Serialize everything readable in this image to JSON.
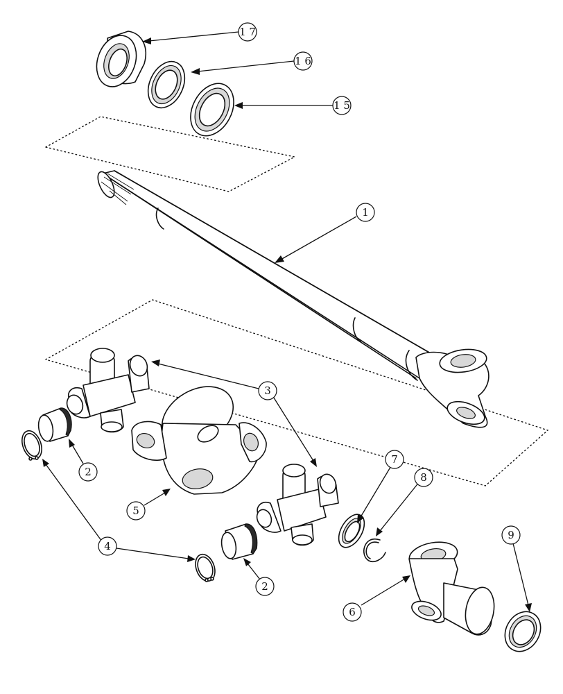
{
  "callouts": {
    "c17": "1 7",
    "c16": "1 6",
    "c15": "1 5",
    "c1": "1",
    "c3": "3",
    "c2a": "2",
    "c2b": "2",
    "c4": "4",
    "c5": "5",
    "c6": "6",
    "c7": "7",
    "c8": "8",
    "c9": "9"
  },
  "parts": [
    {
      "number": "1",
      "icon": "axle-shaft-icon"
    },
    {
      "number": "2",
      "icon": "bearing-cap-icon"
    },
    {
      "number": "3",
      "icon": "universal-joint-cross-icon"
    },
    {
      "number": "4",
      "icon": "snap-ring-icon"
    },
    {
      "number": "5",
      "icon": "center-yoke-icon"
    },
    {
      "number": "6",
      "icon": "stub-yoke-icon"
    },
    {
      "number": "7",
      "icon": "spacer-ring-icon"
    },
    {
      "number": "8",
      "icon": "split-ring-icon"
    },
    {
      "number": "9",
      "icon": "seal-icon"
    },
    {
      "number": "15",
      "icon": "outer-seal-icon"
    },
    {
      "number": "16",
      "icon": "inner-seal-icon"
    },
    {
      "number": "17",
      "icon": "bearing-icon"
    }
  ]
}
